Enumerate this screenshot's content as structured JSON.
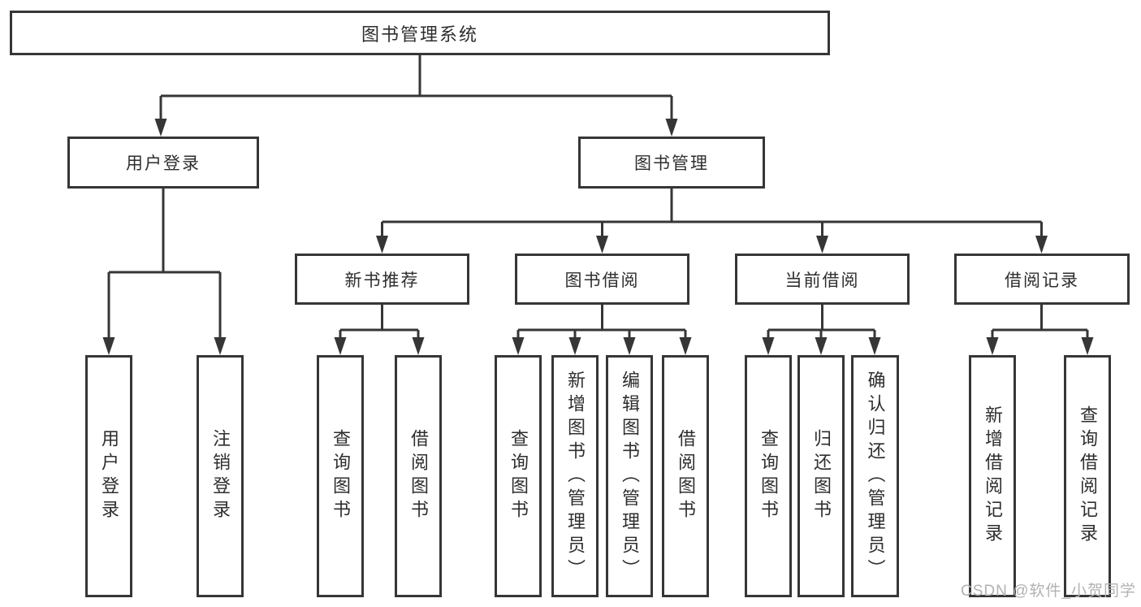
{
  "diagram": {
    "root": {
      "label": "图书管理系统"
    },
    "level2": [
      {
        "label": "用户登录"
      },
      {
        "label": "图书管理"
      }
    ],
    "level3": [
      {
        "label": "新书推荐"
      },
      {
        "label": "图书借阅"
      },
      {
        "label": "当前借阅"
      },
      {
        "label": "借阅记录"
      }
    ],
    "leaves": [
      {
        "label": "用户登录"
      },
      {
        "label": "注销登录"
      },
      {
        "label": "查询图书"
      },
      {
        "label": "借阅图书"
      },
      {
        "label": "查询图书"
      },
      {
        "label": "新增图书（管理员）"
      },
      {
        "label": "编辑图书（管理员）"
      },
      {
        "label": "借阅图书"
      },
      {
        "label": "查询图书"
      },
      {
        "label": "归还图书"
      },
      {
        "label": "确认归还（管理员）"
      },
      {
        "label": "新增借阅记录"
      },
      {
        "label": "查询借阅记录"
      }
    ]
  },
  "watermark": {
    "text": "CSDN @软件_小贺同学"
  },
  "colors": {
    "line": "#363636",
    "text": "#2e2e2e",
    "background": "#ffffff",
    "watermark": "#b2b2b2"
  }
}
